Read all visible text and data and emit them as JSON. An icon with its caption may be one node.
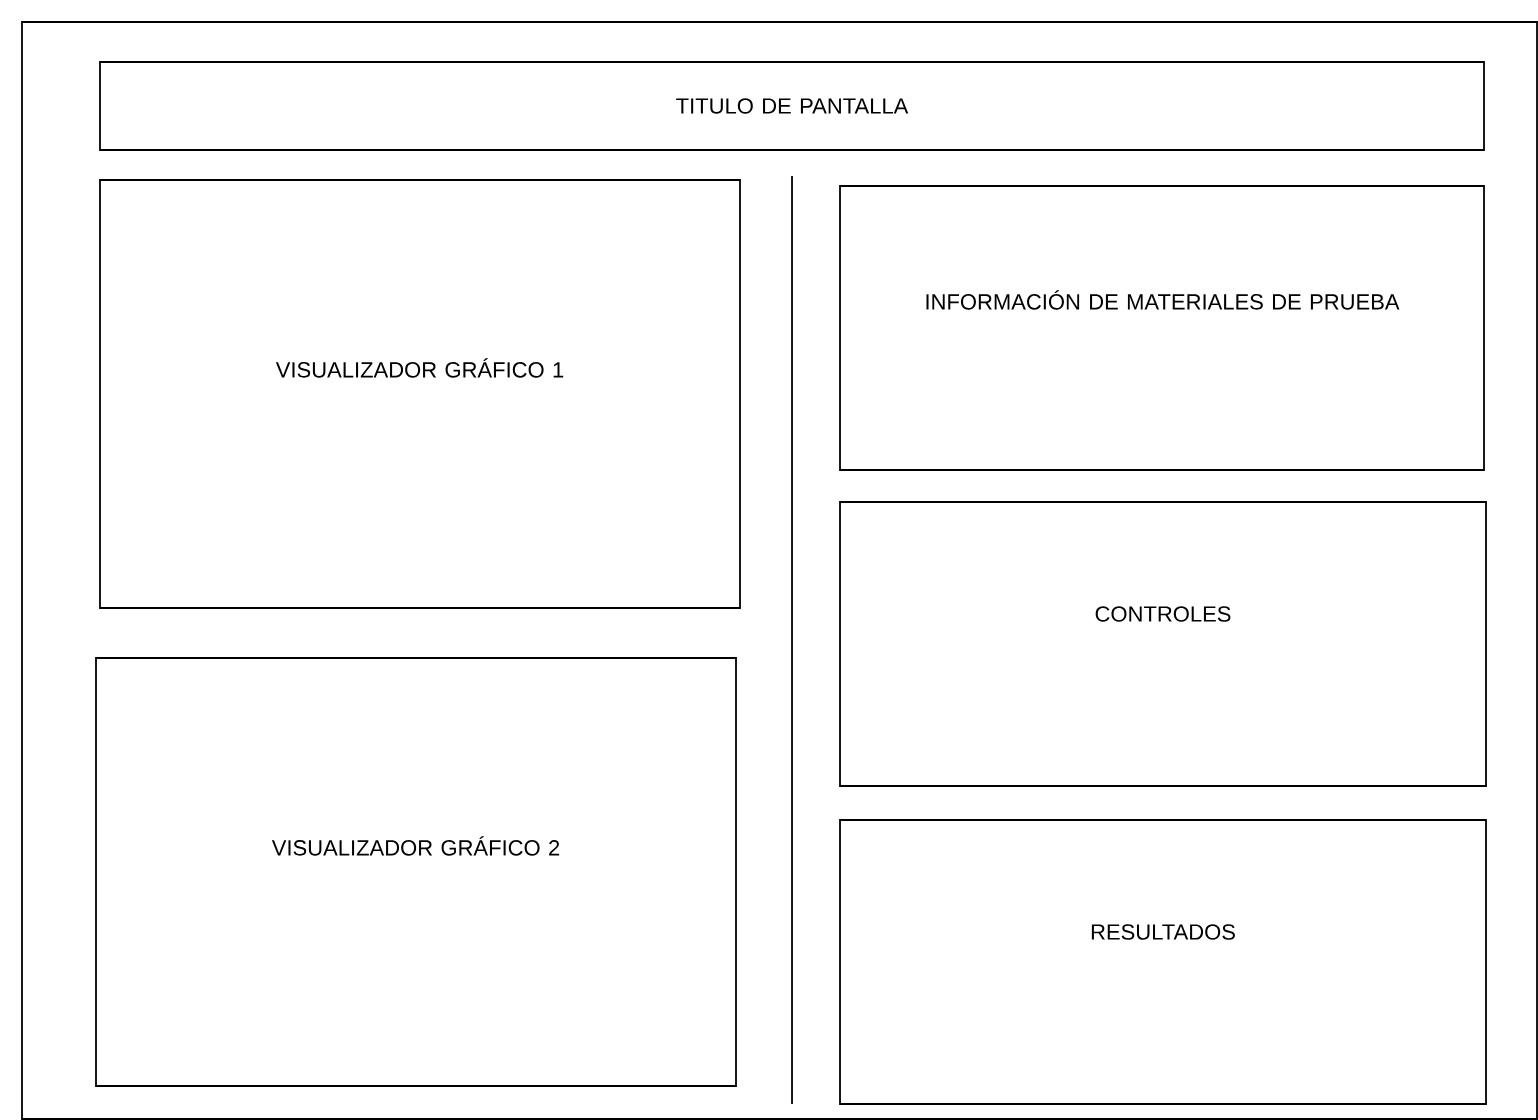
{
  "diagram": {
    "nodes": [
      {
        "text": [
          "TITULO DE PANTALLA"
        ]
      },
      {
        "text": [
          "VISUALIZADOR GRÁFICO 1"
        ]
      },
      {
        "text": [
          "VISUALIZADOR GRÁFICO 2"
        ]
      },
      {
        "text": [
          "INFORMACIÓN DE MATERIALES DE PRUEBA"
        ]
      },
      {
        "text": [
          "CONTROLES"
        ]
      },
      {
        "text": [
          "RESULTADOS"
        ]
      }
    ]
  }
}
